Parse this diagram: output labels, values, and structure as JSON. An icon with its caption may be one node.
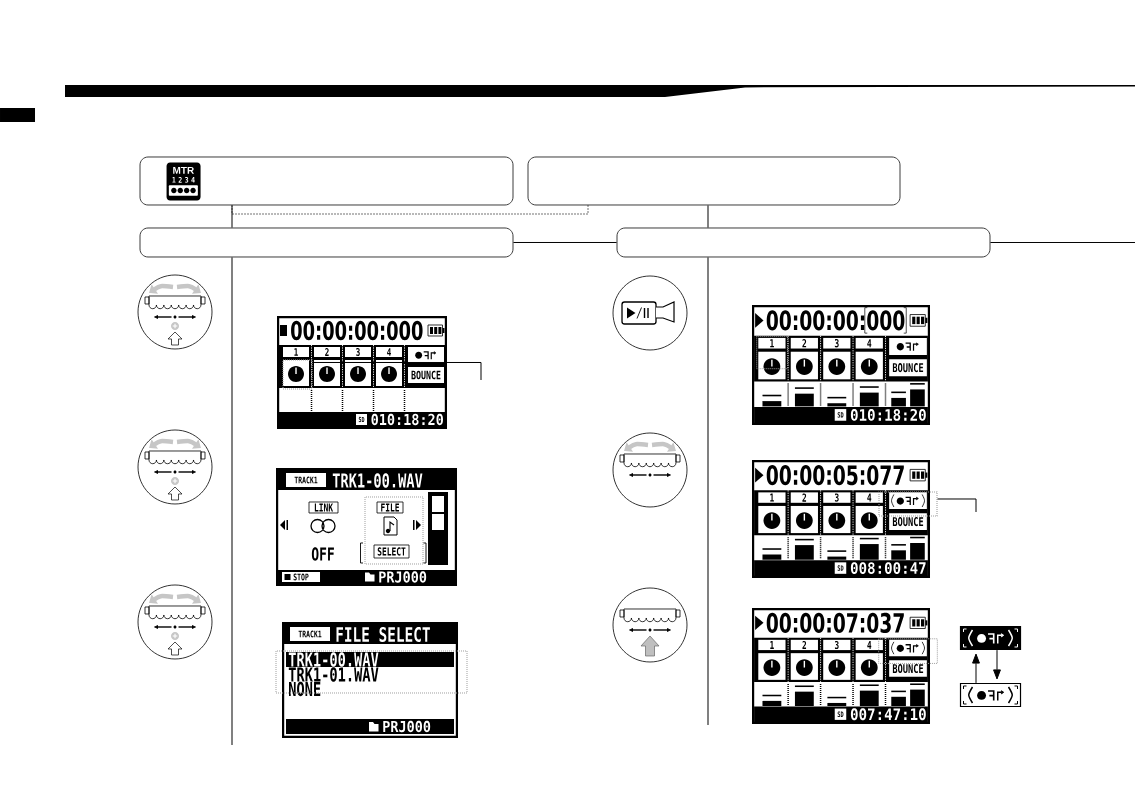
{
  "diagram": {
    "nodes": [
      {
        "text": [],
        "shape": "box"
      },
      {
        "text": [
          "MTR",
          "1",
          "2",
          "3",
          "4"
        ],
        "in": 0
      },
      {
        "text": [],
        "shape": "box"
      },
      {
        "text": [],
        "shape": "box"
      },
      {
        "text": [],
        "shape": "box"
      },
      {
        "text": [
          "00:00:00:000",
          "1",
          "2",
          "3",
          "4",
          "BOUNCE",
          "SD",
          "010:18:20"
        ]
      },
      {
        "text": [],
        "shape": "box",
        "in": 5
      },
      {
        "text": [
          "TRACK1",
          "TRK1-00.WAV",
          "LINK",
          "FILE",
          "OFF",
          "SELECT",
          "STOP",
          "PRJ000"
        ]
      },
      {
        "text": [
          "TRACK1",
          "FILE SELECT",
          "TRK1-00.WAV",
          "TRK1-01.WAV",
          "NONE",
          "PRJ000"
        ]
      },
      {
        "text": [
          "00:00:00:000",
          "1",
          "2",
          "3",
          "4",
          "BOUNCE",
          "SD",
          "010:18:20"
        ]
      },
      {
        "text": [
          "00:00:05:077",
          "1",
          "2",
          "3",
          "4",
          "BOUNCE",
          "SD",
          "008:00:47"
        ]
      },
      {
        "text": [],
        "shape": "box",
        "in": 10
      },
      {
        "text": [
          "00:00:07:037",
          "1",
          "2",
          "3",
          "4",
          "BOUNCE",
          "SD",
          "007:47:10"
        ]
      },
      {
        "text": [],
        "shape": "picture"
      },
      {
        "text": [],
        "shape": "picture"
      }
    ],
    "edges": [
      {
        "from": 0,
        "to": 3,
        "arrow": "none"
      },
      {
        "from": 0,
        "to": 2,
        "arrow": "none",
        "style": "dashed"
      },
      {
        "from": 2,
        "to": 4,
        "arrow": "none"
      },
      {
        "from": 3,
        "to": 4,
        "arrow": "none"
      },
      {
        "from": 4,
        "to": null,
        "arrow": "none"
      },
      {
        "from": 3,
        "to": null,
        "arrow": "none"
      },
      {
        "from": 4,
        "to": null,
        "arrow": "none"
      },
      {
        "from": null,
        "to": 6,
        "arrow": "none"
      },
      {
        "from": null,
        "to": 11,
        "arrow": "none"
      },
      {
        "from": 14,
        "to": 13,
        "arrow": "to"
      },
      {
        "from": 13,
        "to": 14,
        "arrow": "to"
      }
    ]
  }
}
